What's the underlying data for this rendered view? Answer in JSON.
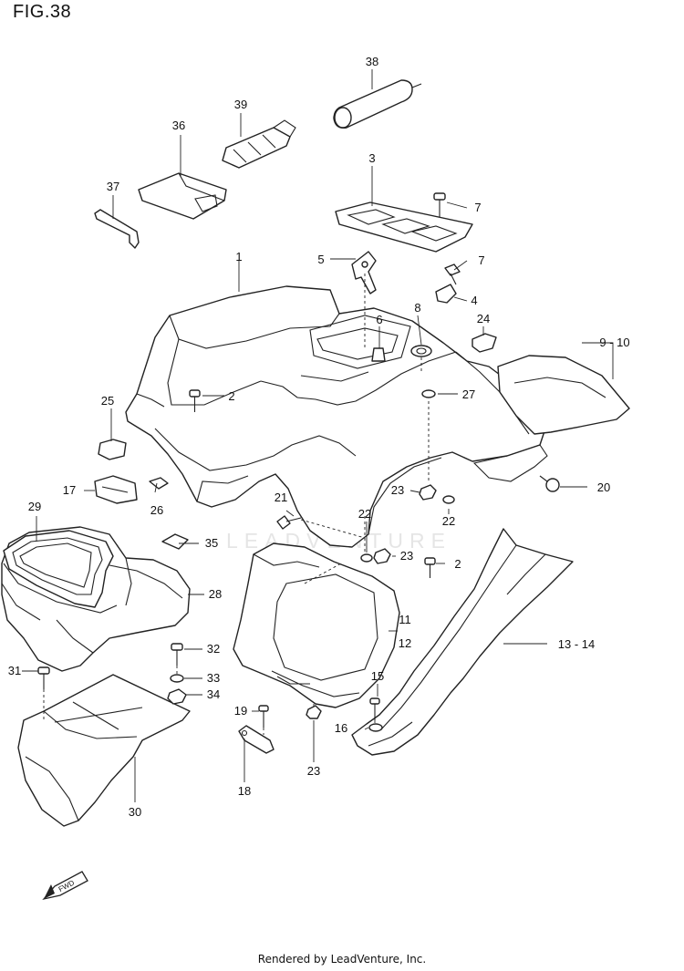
{
  "figure": {
    "title": "FIG.38",
    "watermark": "LEADVENTURE",
    "footer": "Rendered by LeadVenture, Inc.",
    "fwd_label": "FWD"
  },
  "callouts": [
    {
      "id": "c1",
      "label": "1"
    },
    {
      "id": "c2a",
      "label": "2"
    },
    {
      "id": "c2b",
      "label": "2"
    },
    {
      "id": "c3",
      "label": "3"
    },
    {
      "id": "c4",
      "label": "4"
    },
    {
      "id": "c5",
      "label": "5"
    },
    {
      "id": "c6",
      "label": "6"
    },
    {
      "id": "c7a",
      "label": "7"
    },
    {
      "id": "c7b",
      "label": "7"
    },
    {
      "id": "c8",
      "label": "8"
    },
    {
      "id": "c9",
      "label": "9 - 10"
    },
    {
      "id": "c11",
      "label": "11"
    },
    {
      "id": "c12",
      "label": "12"
    },
    {
      "id": "c13",
      "label": "13 - 14"
    },
    {
      "id": "c15",
      "label": "15"
    },
    {
      "id": "c16",
      "label": "16"
    },
    {
      "id": "c17",
      "label": "17"
    },
    {
      "id": "c18",
      "label": "18"
    },
    {
      "id": "c19",
      "label": "19"
    },
    {
      "id": "c20",
      "label": "20"
    },
    {
      "id": "c21",
      "label": "21"
    },
    {
      "id": "c22a",
      "label": "22"
    },
    {
      "id": "c22b",
      "label": "22"
    },
    {
      "id": "c23a",
      "label": "23"
    },
    {
      "id": "c23b",
      "label": "23"
    },
    {
      "id": "c23c",
      "label": "23"
    },
    {
      "id": "c24",
      "label": "24"
    },
    {
      "id": "c25",
      "label": "25"
    },
    {
      "id": "c26",
      "label": "26"
    },
    {
      "id": "c27",
      "label": "27"
    },
    {
      "id": "c28",
      "label": "28"
    },
    {
      "id": "c29",
      "label": "29"
    },
    {
      "id": "c30",
      "label": "30"
    },
    {
      "id": "c31",
      "label": "31"
    },
    {
      "id": "c32",
      "label": "32"
    },
    {
      "id": "c33",
      "label": "33"
    },
    {
      "id": "c34",
      "label": "34"
    },
    {
      "id": "c35",
      "label": "35"
    },
    {
      "id": "c36",
      "label": "36"
    },
    {
      "id": "c37",
      "label": "37"
    },
    {
      "id": "c38",
      "label": "38"
    },
    {
      "id": "c39",
      "label": "39"
    }
  ]
}
